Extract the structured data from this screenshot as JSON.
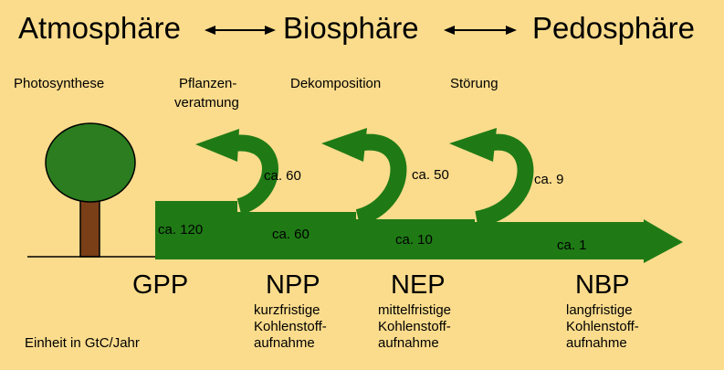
{
  "header": {
    "sphere_left": "Atmosphäre",
    "sphere_middle": "Biosphäre",
    "sphere_right": "Pedosphäre"
  },
  "processes": {
    "photosynthesis": "Photosynthese",
    "plant_respiration_line1": "Pflanzen-",
    "plant_respiration_line2": "veratmung",
    "decomposition": "Dekomposition",
    "disturbance": "Störung"
  },
  "flows": {
    "gpp_value": "ca. 120",
    "npp_value": "ca. 60",
    "nep_value": "ca. 10",
    "nbp_value": "ca. 1",
    "respiration_value": "ca. 60",
    "decomposition_value": "ca. 50",
    "disturbance_value": "ca. 9"
  },
  "terms": {
    "gpp": "GPP",
    "npp": "NPP",
    "nep": "NEP",
    "nbp": "NBP",
    "npp_desc": [
      "kurzfristige",
      "Kohlenstoff-",
      "aufnahme"
    ],
    "nep_desc": [
      "mittelfristige",
      "Kohlenstoff-",
      "aufnahme"
    ],
    "nbp_desc": [
      "langfristige",
      "Kohlenstoff-",
      "aufnahme"
    ]
  },
  "unit": "Einheit in GtC/Jahr",
  "colors": {
    "background": "#fbdc8c",
    "flow_green": "#1f7a15",
    "tree_crown": "#2b7d1f",
    "tree_trunk": "#7a3f17"
  }
}
